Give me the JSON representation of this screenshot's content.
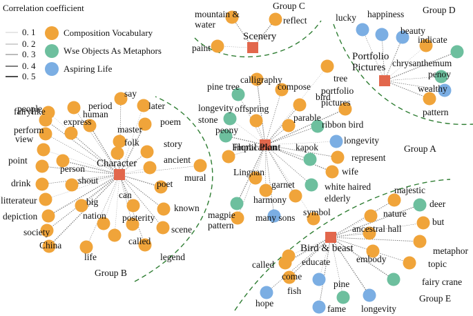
{
  "legend": {
    "title": "Correlation coefficient",
    "widths": [
      "0. 1",
      "0. 2",
      "0. 3",
      "0. 4",
      "0. 5"
    ],
    "categories": [
      {
        "label": "Composition Vocabulary",
        "color": "#f0a43a"
      },
      {
        "label": "Wse Objects As Metaphors",
        "color": "#6dbf9e"
      },
      {
        "label": "Aspiring Life",
        "color": "#7baee3"
      }
    ],
    "center_color": "#e2674c"
  },
  "groups": [
    "Group A",
    "Group B",
    "Group C",
    "Group D",
    "Group E"
  ],
  "hubs": [
    {
      "id": "character",
      "label": "Character",
      "group": "Group B"
    },
    {
      "id": "scenery",
      "label": "Scenery",
      "group": "Group C"
    },
    {
      "id": "portfolio",
      "label": "Portfolio Pictures",
      "group": "Group D"
    },
    {
      "id": "floral",
      "label": "Floral Plant",
      "group": "Group A"
    },
    {
      "id": "bird",
      "label": "Bird & beast",
      "group": "Group E"
    }
  ],
  "nodes": [
    {
      "label": "fairylike",
      "hub": "character",
      "cat": 0
    },
    {
      "label": "period",
      "hub": "character",
      "cat": 0
    },
    {
      "label": "say",
      "hub": "character",
      "cat": 0
    },
    {
      "label": "people",
      "hub": "character",
      "cat": 0
    },
    {
      "label": "human",
      "hub": "character",
      "cat": 0
    },
    {
      "label": "later",
      "hub": "character",
      "cat": 0
    },
    {
      "label": "perform",
      "hub": "character",
      "cat": 0
    },
    {
      "label": "express",
      "hub": "character",
      "cat": 0
    },
    {
      "label": "master",
      "hub": "character",
      "cat": 0
    },
    {
      "label": "poem",
      "hub": "character",
      "cat": 0
    },
    {
      "label": "view",
      "hub": "character",
      "cat": 0
    },
    {
      "label": "folk",
      "hub": "character",
      "cat": 0
    },
    {
      "label": "story",
      "hub": "character",
      "cat": 0
    },
    {
      "label": "point",
      "hub": "character",
      "cat": 0
    },
    {
      "label": "person",
      "hub": "character",
      "cat": 0
    },
    {
      "label": "ancient",
      "hub": "character",
      "cat": 0
    },
    {
      "label": "mural",
      "hub": "character",
      "cat": 0
    },
    {
      "label": "drink",
      "hub": "character",
      "cat": 0
    },
    {
      "label": "shout",
      "hub": "character",
      "cat": 0
    },
    {
      "label": "poet",
      "hub": "character",
      "cat": 0
    },
    {
      "label": "litterateur",
      "hub": "character",
      "cat": 0
    },
    {
      "label": "big",
      "hub": "character",
      "cat": 0
    },
    {
      "label": "can",
      "hub": "character",
      "cat": 0
    },
    {
      "label": "known",
      "hub": "character",
      "cat": 0
    },
    {
      "label": "depiction",
      "hub": "character",
      "cat": 0
    },
    {
      "label": "nation",
      "hub": "character",
      "cat": 0
    },
    {
      "label": "posterity",
      "hub": "character",
      "cat": 0
    },
    {
      "label": "scene",
      "hub": "character",
      "cat": 0
    },
    {
      "label": "society",
      "hub": "character",
      "cat": 0
    },
    {
      "label": "China",
      "hub": "character",
      "cat": 0
    },
    {
      "label": "called",
      "hub": "character",
      "cat": 0
    },
    {
      "label": "life",
      "hub": "character",
      "cat": 0
    },
    {
      "label": "legend",
      "hub": "character",
      "cat": 0
    },
    {
      "label": "mountain & water",
      "hub": "scenery",
      "cat": 0
    },
    {
      "label": "reflect",
      "hub": "scenery",
      "cat": 0
    },
    {
      "label": "paint",
      "hub": "scenery",
      "cat": 0
    },
    {
      "label": "lucky",
      "hub": "portfolio",
      "cat": 2
    },
    {
      "label": "happiness",
      "hub": "portfolio",
      "cat": 2
    },
    {
      "label": "beauty",
      "hub": "portfolio",
      "cat": 2
    },
    {
      "label": "indicate",
      "hub": "portfolio",
      "cat": 1
    },
    {
      "label": "chrysanthemum",
      "hub": "portfolio",
      "cat": 0
    },
    {
      "label": "penoy",
      "hub": "portfolio",
      "cat": 1
    },
    {
      "label": "wealthy",
      "hub": "portfolio",
      "cat": 2
    },
    {
      "label": "pattern",
      "hub": "portfolio",
      "cat": 0
    },
    {
      "label": "calligraphy",
      "hub": "floral",
      "cat": 0
    },
    {
      "label": "tree",
      "hub": "floral",
      "cat": 0
    },
    {
      "label": "pine tree",
      "hub": "floral",
      "cat": 1
    },
    {
      "label": "compose",
      "hub": "floral",
      "cat": 0
    },
    {
      "label": "bird",
      "hub": "floral",
      "cat": 0
    },
    {
      "label": "portfolio pictures",
      "hub": "floral",
      "cat": 0
    },
    {
      "label": "longevity stone",
      "hub": "floral",
      "cat": 1
    },
    {
      "label": "offspring",
      "hub": "floral",
      "cat": 0
    },
    {
      "label": "parable",
      "hub": "floral",
      "cat": 0
    },
    {
      "label": "ribbon bird",
      "hub": "floral",
      "cat": 1
    },
    {
      "label": "peony",
      "hub": "floral",
      "cat": 1
    },
    {
      "label": "longevity",
      "hub": "floral",
      "cat": 2
    },
    {
      "label": "implication",
      "hub": "floral",
      "cat": 0
    },
    {
      "label": "kapok",
      "hub": "floral",
      "cat": 1
    },
    {
      "label": "represent",
      "hub": "floral",
      "cat": 0
    },
    {
      "label": "wife",
      "hub": "floral",
      "cat": 0
    },
    {
      "label": "Lingnan",
      "hub": "floral",
      "cat": 0
    },
    {
      "label": "garnet",
      "hub": "floral",
      "cat": 0
    },
    {
      "label": "white haired elderly",
      "hub": "floral",
      "cat": 1
    },
    {
      "label": "harmony",
      "hub": "floral",
      "cat": 0
    },
    {
      "label": "magpie",
      "hub": "floral",
      "cat": 1
    },
    {
      "label": "symbol",
      "hub": "floral",
      "cat": 0
    },
    {
      "label": "pattern",
      "hub": "floral",
      "cat": 0
    },
    {
      "label": "many sons",
      "hub": "floral",
      "cat": 2
    },
    {
      "label": "majestic",
      "hub": "bird",
      "cat": 0
    },
    {
      "label": "deer",
      "hub": "bird",
      "cat": 1
    },
    {
      "label": "nature",
      "hub": "bird",
      "cat": 0
    },
    {
      "label": "but",
      "hub": "bird",
      "cat": 0
    },
    {
      "label": "ancestral hall",
      "hub": "bird",
      "cat": 0
    },
    {
      "label": "metaphor",
      "hub": "bird",
      "cat": 0
    },
    {
      "label": "called",
      "hub": "bird",
      "cat": 0
    },
    {
      "label": "educate",
      "hub": "bird",
      "cat": 0
    },
    {
      "label": "embody",
      "hub": "bird",
      "cat": 0
    },
    {
      "label": "topic",
      "hub": "bird",
      "cat": 0
    },
    {
      "label": "come",
      "hub": "bird",
      "cat": 0
    },
    {
      "label": "fairy crane",
      "hub": "bird",
      "cat": 1
    },
    {
      "label": "fish",
      "hub": "bird",
      "cat": 2
    },
    {
      "label": "pine",
      "hub": "bird",
      "cat": 1
    },
    {
      "label": "hope",
      "hub": "bird",
      "cat": 2
    },
    {
      "label": "fame",
      "hub": "bird",
      "cat": 2
    },
    {
      "label": "longevity",
      "hub": "bird",
      "cat": 2
    }
  ]
}
